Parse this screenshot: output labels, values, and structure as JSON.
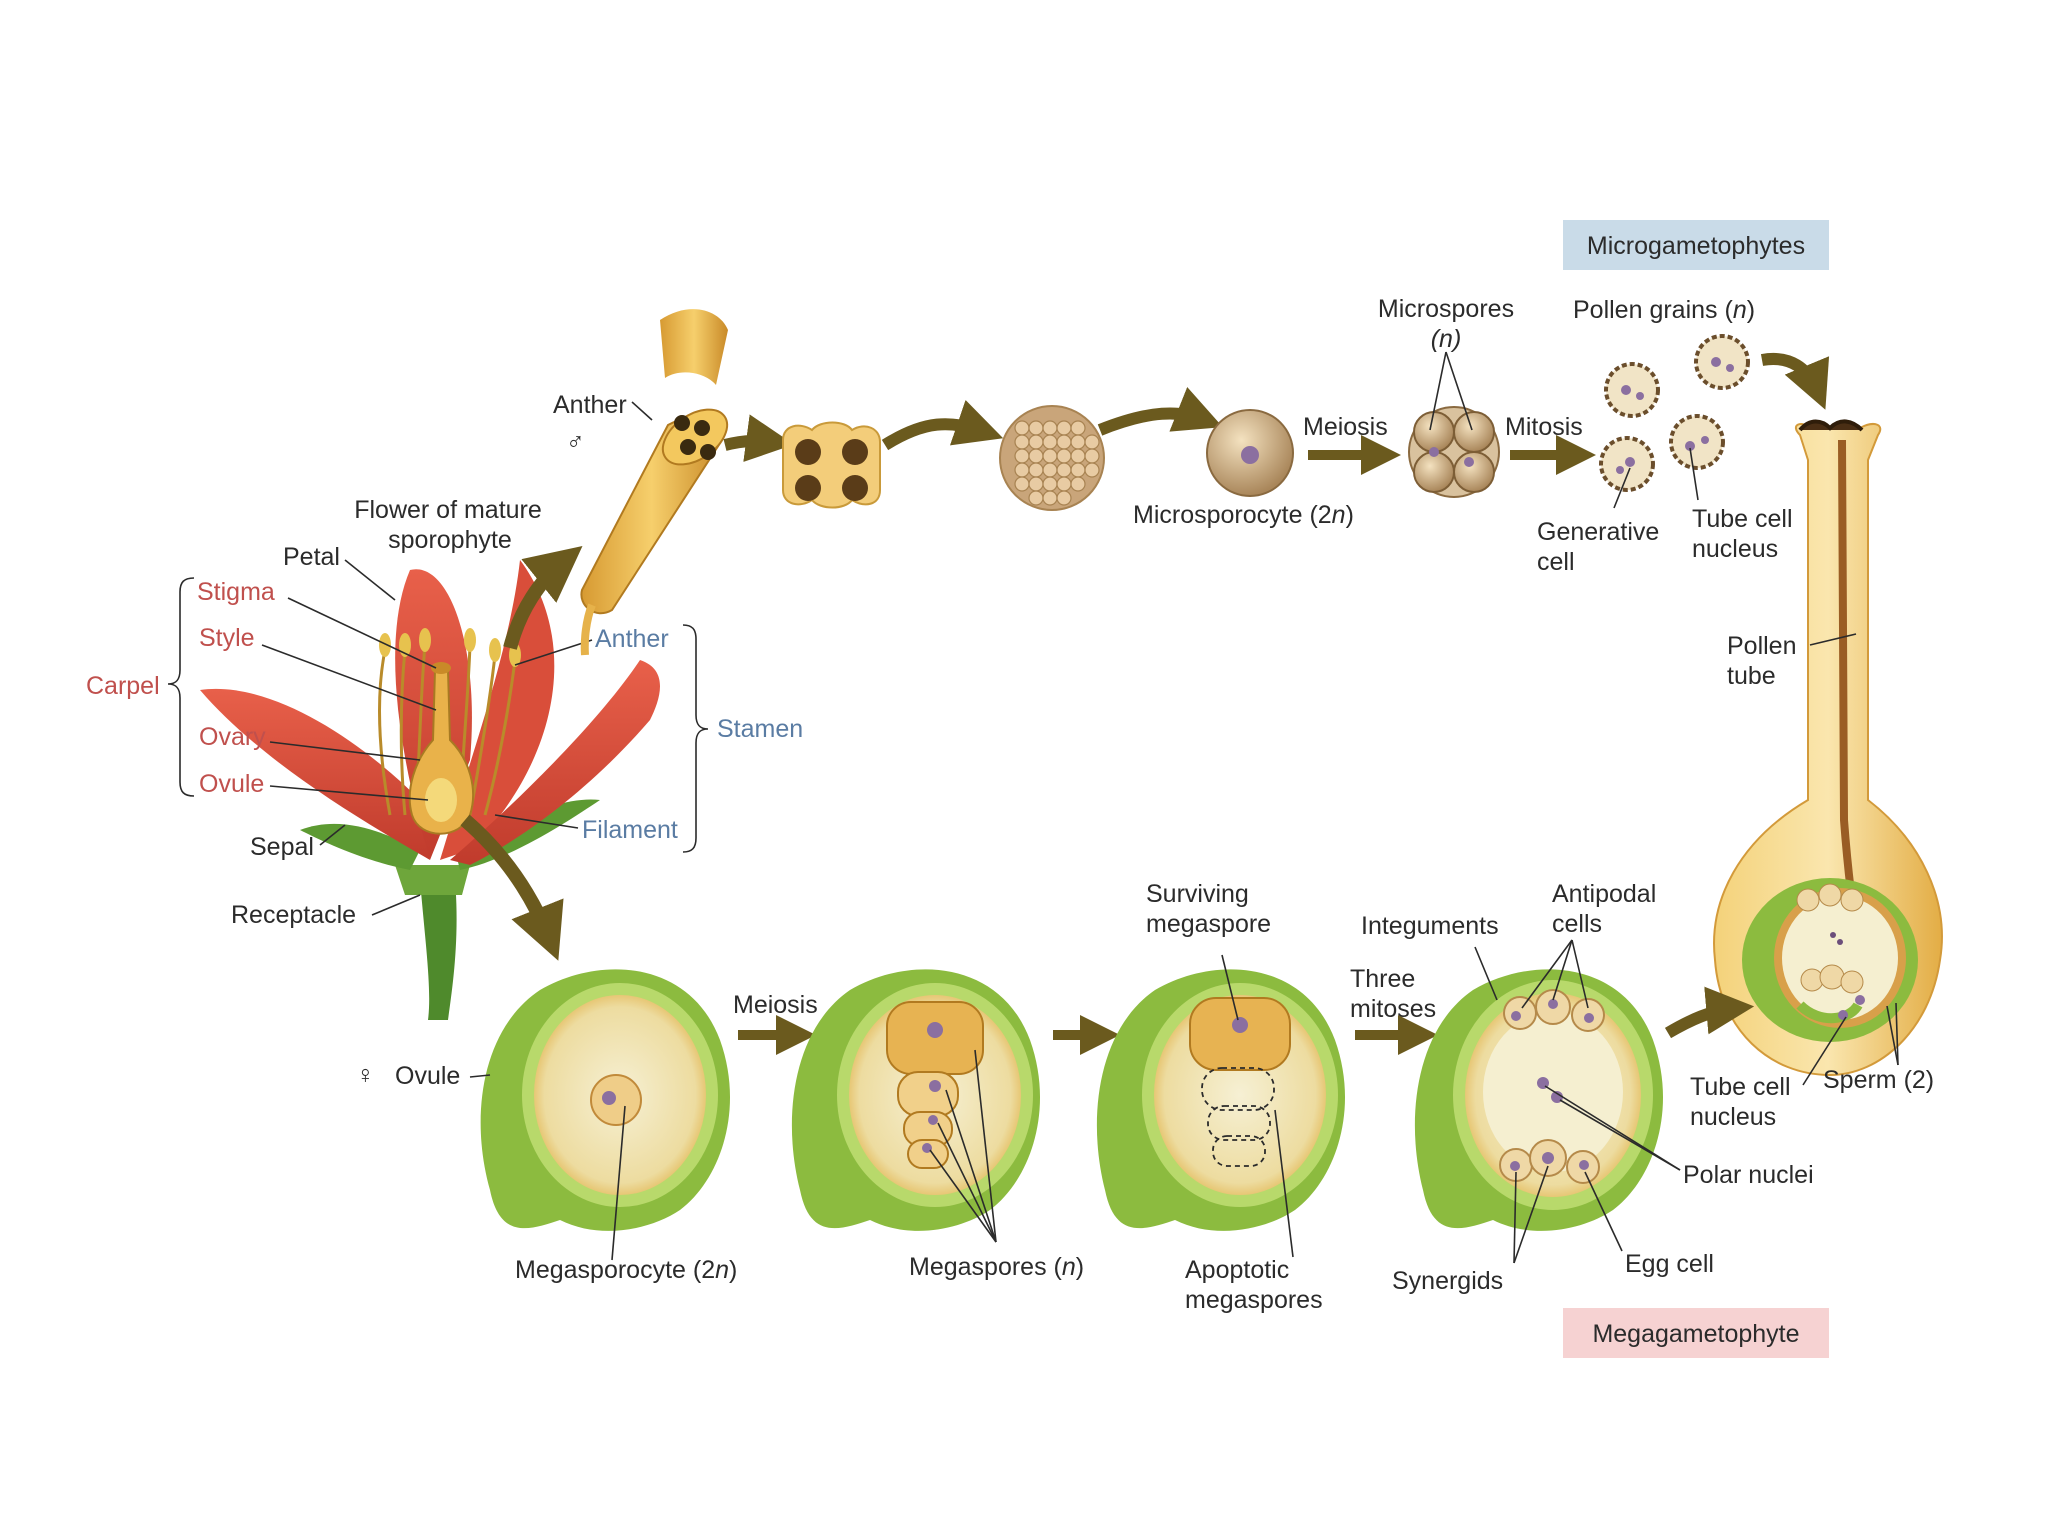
{
  "colors": {
    "micro_box": "#c9dbe8",
    "mega_box": "#f6d2d2",
    "arrow": "#6b5a1e",
    "ovule_outer": "#8cbb3f",
    "ovule_inner": "#f1e9c4",
    "pollen_gold": "#e8b54a",
    "petal_red": "#d9533f",
    "carpel_label": "#c0504d",
    "stamen_label": "#5a7ca3"
  },
  "boxes": {
    "microgametophytes": "Microgametophytes",
    "megagametophyte": "Megagametophyte"
  },
  "flower": {
    "title_line1": "Flower of mature",
    "title_line2": "sporophyte",
    "petal": "Petal",
    "stigma": "Stigma",
    "style": "Style",
    "ovary": "Ovary",
    "ovule": "Ovule",
    "carpel": "Carpel",
    "sepal": "Sepal",
    "receptacle": "Receptacle",
    "anther": "Anther",
    "filament": "Filament",
    "stamen": "Stamen"
  },
  "male": {
    "anther": "Anther",
    "male_symbol": "♂",
    "meiosis": "Meiosis",
    "mitosis": "Mitosis",
    "microsporocyte": "Microsporocyte (2",
    "microsporocyte_n": "n",
    "microsporocyte_close": ")",
    "microspores": "Microspores",
    "microspores_n": "(n)",
    "pollen_grains": "Pollen grains (",
    "pollen_grains_n": "n",
    "pollen_grains_close": ")",
    "generative_line1": "Generative",
    "generative_line2": "cell",
    "tube_nucleus_line1": "Tube cell",
    "tube_nucleus_line2": "nucleus",
    "pollen_tube_line1": "Pollen",
    "pollen_tube_line2": "tube"
  },
  "female": {
    "female_symbol": "♀",
    "ovule": "Ovule",
    "meiosis": "Meiosis",
    "megasporocyte": "Megasporocyte (2",
    "megasporocyte_n": "n",
    "megasporocyte_close": ")",
    "megaspores": "Megaspores (",
    "megaspores_n": "n",
    "megaspores_close": ")",
    "surviving_line1": "Surviving",
    "surviving_line2": "megaspore",
    "apoptotic_line1": "Apoptotic",
    "apoptotic_line2": "megaspores",
    "three_line1": "Three",
    "three_line2": "mitoses",
    "integuments": "Integuments",
    "antipodal_line1": "Antipodal",
    "antipodal_line2": "cells",
    "polar_nuclei": "Polar nuclei",
    "synergids": "Synergids",
    "egg_cell": "Egg cell",
    "tube_nucleus_line1": "Tube cell",
    "tube_nucleus_line2": "nucleus",
    "sperm": "Sperm (2)"
  }
}
